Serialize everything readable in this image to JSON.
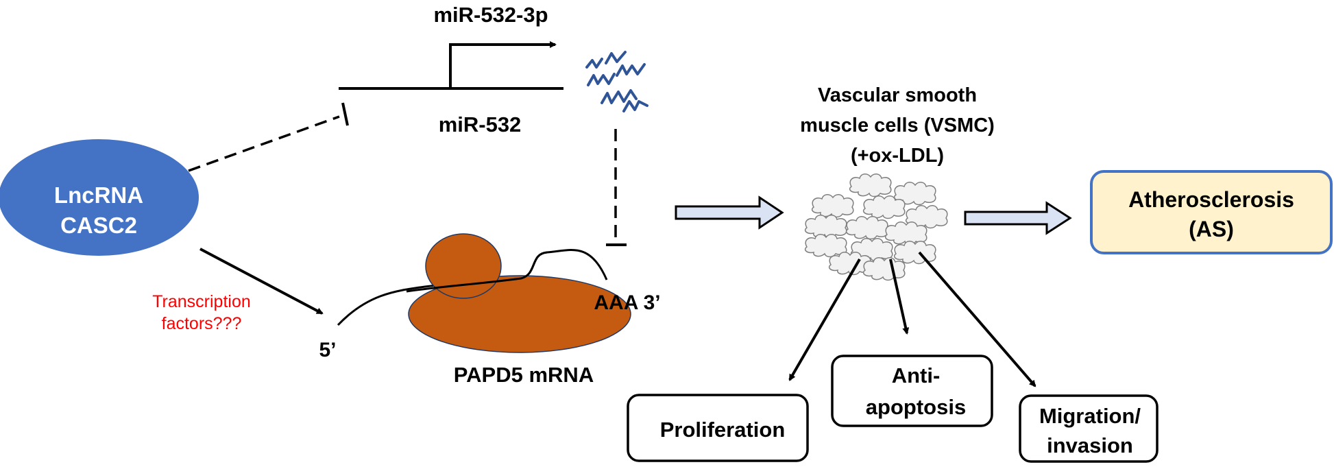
{
  "lncrna": {
    "line1": "LncRNA",
    "line2": "CASC2"
  },
  "gene": {
    "top_label": "miR-532-3p",
    "bottom_label": "miR-532"
  },
  "mrna": {
    "five_prime": "5’",
    "three_prime": "AAA 3’",
    "name": "PAPD5 mRNA"
  },
  "note": {
    "line1": "Transcription",
    "line2": "factors???"
  },
  "vsmc": {
    "line1": "Vascular smooth",
    "line2": "muscle cells (VSMC)",
    "line3": "(+ox-LDL)"
  },
  "outcome": {
    "line1": "Atherosclerosis",
    "line2": "(AS)"
  },
  "effects": {
    "proliferation": "Proliferation",
    "anti_apoptosis_line1": "Anti-",
    "anti_apoptosis_line2": "apoptosis",
    "migration_line1": "Migration/",
    "migration_line2": "invasion"
  },
  "colors": {
    "ellipse": "#4472c4",
    "ribosome": "#c55a11",
    "mirna": "#2f5597",
    "fat_arrow": "#dae3f3",
    "outcome_fill": "#fff2cc",
    "outcome_border": "#4472c4",
    "red_text": "#ff0000",
    "cell_fill": "#f2f2f2"
  }
}
